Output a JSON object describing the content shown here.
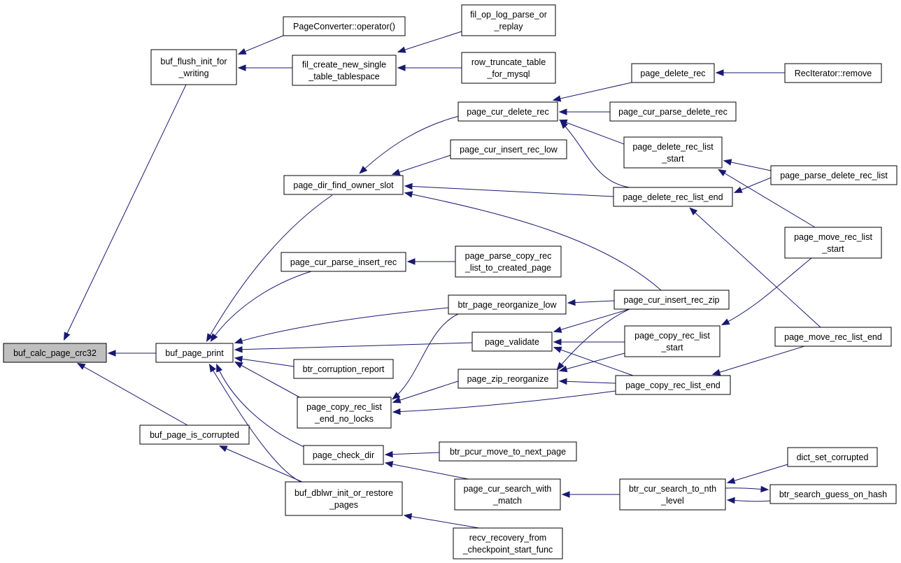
{
  "graph": {
    "nodes": [
      {
        "id": "buf_calc_page_crc32",
        "lines": [
          "buf_calc_page_crc32"
        ],
        "root": true
      },
      {
        "id": "buf_flush_init_for_writing",
        "lines": [
          "buf_flush_init_for",
          "_writing"
        ]
      },
      {
        "id": "buf_page_print",
        "lines": [
          "buf_page_print"
        ]
      },
      {
        "id": "buf_page_is_corrupted",
        "lines": [
          "buf_page_is_corrupted"
        ]
      },
      {
        "id": "pageconverter_operator",
        "lines": [
          "PageConverter::operator()"
        ]
      },
      {
        "id": "fil_create_new_single_table_tablespace",
        "lines": [
          "fil_create_new_single",
          "_table_tablespace"
        ]
      },
      {
        "id": "fil_op_log_parse_or_replay",
        "lines": [
          "fil_op_log_parse_or",
          "_replay"
        ]
      },
      {
        "id": "row_truncate_table_for_mysql",
        "lines": [
          "row_truncate_table",
          "_for_mysql"
        ]
      },
      {
        "id": "page_cur_delete_rec",
        "lines": [
          "page_cur_delete_rec"
        ]
      },
      {
        "id": "page_delete_rec",
        "lines": [
          "page_delete_rec"
        ]
      },
      {
        "id": "reciterator_remove",
        "lines": [
          "RecIterator::remove"
        ]
      },
      {
        "id": "page_cur_parse_delete_rec",
        "lines": [
          "page_cur_parse_delete_rec"
        ]
      },
      {
        "id": "page_delete_rec_list_start",
        "lines": [
          "page_delete_rec_list",
          "_start"
        ]
      },
      {
        "id": "page_parse_delete_rec_list",
        "lines": [
          "page_parse_delete_rec_list"
        ]
      },
      {
        "id": "page_cur_insert_rec_low",
        "lines": [
          "page_cur_insert_rec_low"
        ]
      },
      {
        "id": "page_dir_find_owner_slot",
        "lines": [
          "page_dir_find_owner_slot"
        ]
      },
      {
        "id": "page_delete_rec_list_end",
        "lines": [
          "page_delete_rec_list_end"
        ]
      },
      {
        "id": "page_move_rec_list_start",
        "lines": [
          "page_move_rec_list",
          "_start"
        ]
      },
      {
        "id": "page_cur_parse_insert_rec",
        "lines": [
          "page_cur_parse_insert_rec"
        ]
      },
      {
        "id": "page_parse_copy_rec_list_to_created_page",
        "lines": [
          "page_parse_copy_rec",
          "_list_to_created_page"
        ]
      },
      {
        "id": "btr_page_reorganize_low",
        "lines": [
          "btr_page_reorganize_low"
        ]
      },
      {
        "id": "page_cur_insert_rec_zip",
        "lines": [
          "page_cur_insert_rec_zip"
        ]
      },
      {
        "id": "page_validate",
        "lines": [
          "page_validate"
        ]
      },
      {
        "id": "page_copy_rec_list_start",
        "lines": [
          "page_copy_rec_list",
          "_start"
        ]
      },
      {
        "id": "page_move_rec_list_end",
        "lines": [
          "page_move_rec_list_end"
        ]
      },
      {
        "id": "btr_corruption_report",
        "lines": [
          "btr_corruption_report"
        ]
      },
      {
        "id": "page_zip_reorganize",
        "lines": [
          "page_zip_reorganize"
        ]
      },
      {
        "id": "page_copy_rec_list_end",
        "lines": [
          "page_copy_rec_list_end"
        ]
      },
      {
        "id": "page_copy_rec_list_end_no_locks",
        "lines": [
          "page_copy_rec_list",
          "_end_no_locks"
        ]
      },
      {
        "id": "page_check_dir",
        "lines": [
          "page_check_dir"
        ]
      },
      {
        "id": "btr_pcur_move_to_next_page",
        "lines": [
          "btr_pcur_move_to_next_page"
        ]
      },
      {
        "id": "dict_set_corrupted",
        "lines": [
          "dict_set_corrupted"
        ]
      },
      {
        "id": "page_cur_search_with_match",
        "lines": [
          "page_cur_search_with",
          "_match"
        ]
      },
      {
        "id": "btr_cur_search_to_nth_level",
        "lines": [
          "btr_cur_search_to_nth",
          "_level"
        ]
      },
      {
        "id": "btr_search_guess_on_hash",
        "lines": [
          "btr_search_guess_on_hash"
        ]
      },
      {
        "id": "buf_dblwr_init_or_restore_pages",
        "lines": [
          "buf_dblwr_init_or_restore",
          "_pages"
        ]
      },
      {
        "id": "recv_recovery_from_checkpoint_start_func",
        "lines": [
          "recv_recovery_from",
          "_checkpoint_start_func"
        ]
      }
    ],
    "edges": [
      {
        "from": "buf_flush_init_for_writing",
        "to": "buf_calc_page_crc32"
      },
      {
        "from": "buf_page_print",
        "to": "buf_calc_page_crc32"
      },
      {
        "from": "buf_page_is_corrupted",
        "to": "buf_calc_page_crc32"
      },
      {
        "from": "pageconverter_operator",
        "to": "buf_flush_init_for_writing"
      },
      {
        "from": "fil_create_new_single_table_tablespace",
        "to": "buf_flush_init_for_writing"
      },
      {
        "from": "fil_op_log_parse_or_replay",
        "to": "fil_create_new_single_table_tablespace"
      },
      {
        "from": "row_truncate_table_for_mysql",
        "to": "fil_create_new_single_table_tablespace"
      },
      {
        "from": "page_dir_find_owner_slot",
        "to": "buf_page_print"
      },
      {
        "from": "page_cur_parse_insert_rec",
        "to": "buf_page_print"
      },
      {
        "from": "btr_page_reorganize_low",
        "to": "buf_page_print"
      },
      {
        "from": "page_validate",
        "to": "buf_page_print"
      },
      {
        "from": "btr_corruption_report",
        "to": "buf_page_print"
      },
      {
        "from": "page_copy_rec_list_end_no_locks",
        "to": "buf_page_print"
      },
      {
        "from": "page_check_dir",
        "to": "buf_page_print"
      },
      {
        "from": "buf_dblwr_init_or_restore_pages",
        "to": "buf_page_print"
      },
      {
        "from": "buf_dblwr_init_or_restore_pages",
        "to": "buf_page_is_corrupted"
      },
      {
        "from": "page_cur_delete_rec",
        "to": "page_dir_find_owner_slot"
      },
      {
        "from": "page_cur_insert_rec_low",
        "to": "page_dir_find_owner_slot"
      },
      {
        "from": "page_delete_rec_list_end",
        "to": "page_dir_find_owner_slot"
      },
      {
        "from": "page_cur_insert_rec_zip",
        "to": "page_dir_find_owner_slot"
      },
      {
        "from": "page_delete_rec",
        "to": "page_cur_delete_rec"
      },
      {
        "from": "page_cur_parse_delete_rec",
        "to": "page_cur_delete_rec"
      },
      {
        "from": "page_delete_rec_list_start",
        "to": "page_cur_delete_rec"
      },
      {
        "from": "page_delete_rec_list_end",
        "to": "page_cur_delete_rec"
      },
      {
        "from": "reciterator_remove",
        "to": "page_delete_rec"
      },
      {
        "from": "page_parse_delete_rec_list",
        "to": "page_delete_rec_list_start"
      },
      {
        "from": "page_move_rec_list_start",
        "to": "page_delete_rec_list_start"
      },
      {
        "from": "page_parse_delete_rec_list",
        "to": "page_delete_rec_list_end"
      },
      {
        "from": "page_move_rec_list_end",
        "to": "page_delete_rec_list_end"
      },
      {
        "from": "page_parse_copy_rec_list_to_created_page",
        "to": "page_cur_parse_insert_rec"
      },
      {
        "from": "page_cur_insert_rec_zip",
        "to": "btr_page_reorganize_low"
      },
      {
        "from": "page_copy_rec_list_start",
        "to": "page_validate"
      },
      {
        "from": "page_copy_rec_list_end",
        "to": "page_validate"
      },
      {
        "from": "page_cur_insert_rec_zip",
        "to": "page_validate"
      },
      {
        "from": "page_move_rec_list_start",
        "to": "page_copy_rec_list_start"
      },
      {
        "from": "page_move_rec_list_end",
        "to": "page_copy_rec_list_end"
      },
      {
        "from": "page_copy_rec_list_end",
        "to": "page_zip_reorganize"
      },
      {
        "from": "page_copy_rec_list_start",
        "to": "page_zip_reorganize"
      },
      {
        "from": "page_cur_insert_rec_zip",
        "to": "page_zip_reorganize"
      },
      {
        "from": "page_zip_reorganize",
        "to": "page_copy_rec_list_end_no_locks"
      },
      {
        "from": "page_copy_rec_list_end",
        "to": "page_copy_rec_list_end_no_locks"
      },
      {
        "from": "btr_page_reorganize_low",
        "to": "page_copy_rec_list_end_no_locks"
      },
      {
        "from": "btr_pcur_move_to_next_page",
        "to": "page_check_dir"
      },
      {
        "from": "page_cur_search_with_match",
        "to": "page_check_dir"
      },
      {
        "from": "btr_cur_search_to_nth_level",
        "to": "page_cur_search_with_match"
      },
      {
        "from": "dict_set_corrupted",
        "to": "btr_cur_search_to_nth_level"
      },
      {
        "from": "btr_search_guess_on_hash",
        "to": "btr_cur_search_to_nth_level"
      },
      {
        "from": "btr_cur_search_to_nth_level",
        "to": "btr_search_guess_on_hash"
      },
      {
        "from": "recv_recovery_from_checkpoint_start_func",
        "to": "buf_dblwr_init_or_restore_pages"
      }
    ]
  }
}
